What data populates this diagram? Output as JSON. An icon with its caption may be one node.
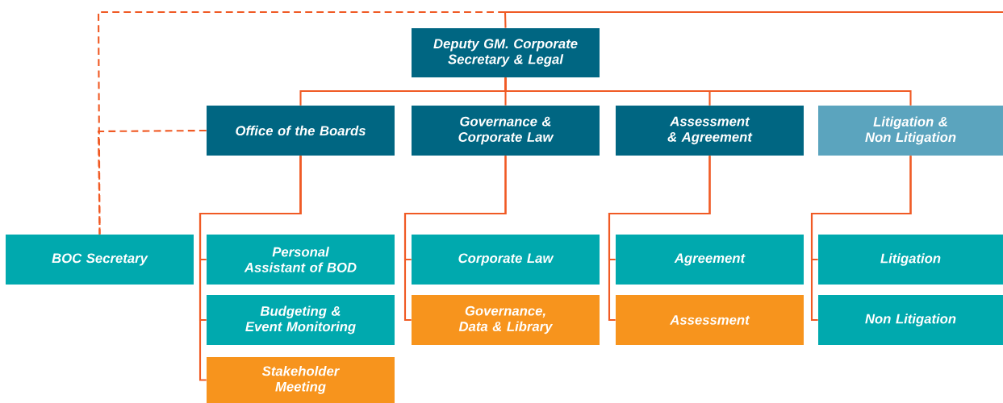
{
  "diagram": {
    "nodes": [
      {
        "text": [
          "Deputy GM. Corporate Secretary & Legal"
        ]
      },
      {
        "text": [
          "Office of the Boards"
        ]
      },
      {
        "text": [
          "Governance & Corporate Law"
        ]
      },
      {
        "text": [
          "Assessment & Agreement"
        ]
      },
      {
        "text": [
          "Litigation & Non Litigation"
        ]
      },
      {
        "text": [
          "BOC Secretary"
        ]
      },
      {
        "text": [
          "Personal Assistant of BOD"
        ]
      },
      {
        "text": [
          "Budgeting & Event Monitoring"
        ]
      },
      {
        "text": [
          "Stakeholder Meeting"
        ]
      },
      {
        "text": [
          "Corporate Law"
        ]
      },
      {
        "text": [
          "Governance, Data & Library"
        ]
      },
      {
        "text": [
          "Agreement"
        ]
      },
      {
        "text": [
          "Assessment"
        ]
      },
      {
        "text": [
          "Litigation"
        ]
      },
      {
        "text": [
          "Non Litigation"
        ]
      }
    ],
    "edges": [
      {
        "from": null,
        "to": 0,
        "arrow": "none"
      },
      {
        "from": null,
        "to": 5,
        "arrow": "none",
        "style": "dashed"
      },
      {
        "from": 1,
        "to": 5,
        "arrow": "none",
        "style": "dashed"
      },
      {
        "from": 0,
        "to": 1,
        "arrow": "none"
      },
      {
        "from": 0,
        "to": 2,
        "arrow": "none"
      },
      {
        "from": 0,
        "to": 3,
        "arrow": "none"
      },
      {
        "from": 0,
        "to": 4,
        "arrow": "none"
      },
      {
        "from": 1,
        "to": 6,
        "arrow": "none"
      },
      {
        "from": 1,
        "to": 7,
        "arrow": "none"
      },
      {
        "from": 1,
        "to": 8,
        "arrow": "none"
      },
      {
        "from": 2,
        "to": 9,
        "arrow": "none"
      },
      {
        "from": 2,
        "to": 10,
        "arrow": "none"
      },
      {
        "from": 3,
        "to": 11,
        "arrow": "none"
      },
      {
        "from": 3,
        "to": 12,
        "arrow": "none"
      },
      {
        "from": 4,
        "to": 13,
        "arrow": "none"
      },
      {
        "from": 4,
        "to": 14,
        "arrow": "none"
      }
    ]
  }
}
